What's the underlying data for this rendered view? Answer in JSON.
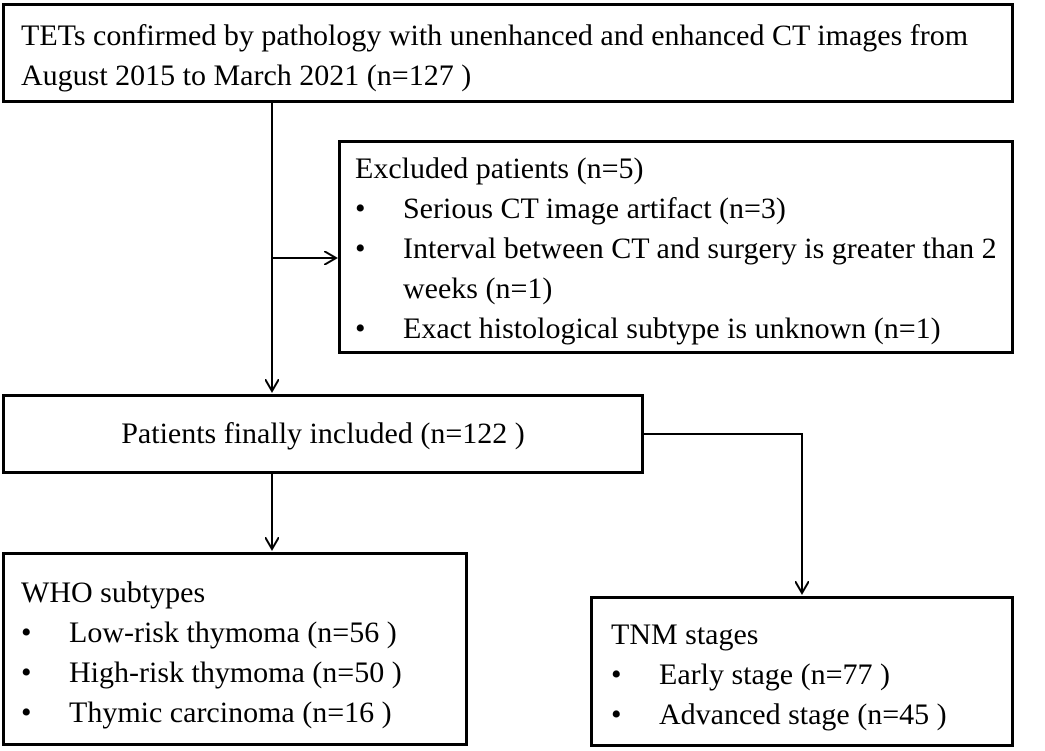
{
  "source_box": {
    "text": "TETs confirmed by pathology with unenhanced and enhanced CT images from August 2015 to March 2021 (n=127 )"
  },
  "excluded_box": {
    "title": "Excluded patients (n=5)",
    "items": [
      "Serious CT image artifact (n=3)",
      "Interval between CT and surgery is greater than 2 weeks (n=1)",
      "Exact histological subtype is unknown (n=1)"
    ]
  },
  "included_box": {
    "text": "Patients finally included (n=122 )"
  },
  "who_box": {
    "title": "WHO subtypes",
    "items": [
      "Low-risk thymoma (n=56 )",
      "High-risk thymoma (n=50 )",
      "Thymic carcinoma (n=16 )"
    ]
  },
  "tnm_box": {
    "title": "TNM stages",
    "items": [
      "Early stage (n=77 )",
      "Advanced stage (n=45 )"
    ]
  },
  "bullet_glyph": "•",
  "colors": {
    "stroke": "#000000",
    "background": "#ffffff"
  }
}
